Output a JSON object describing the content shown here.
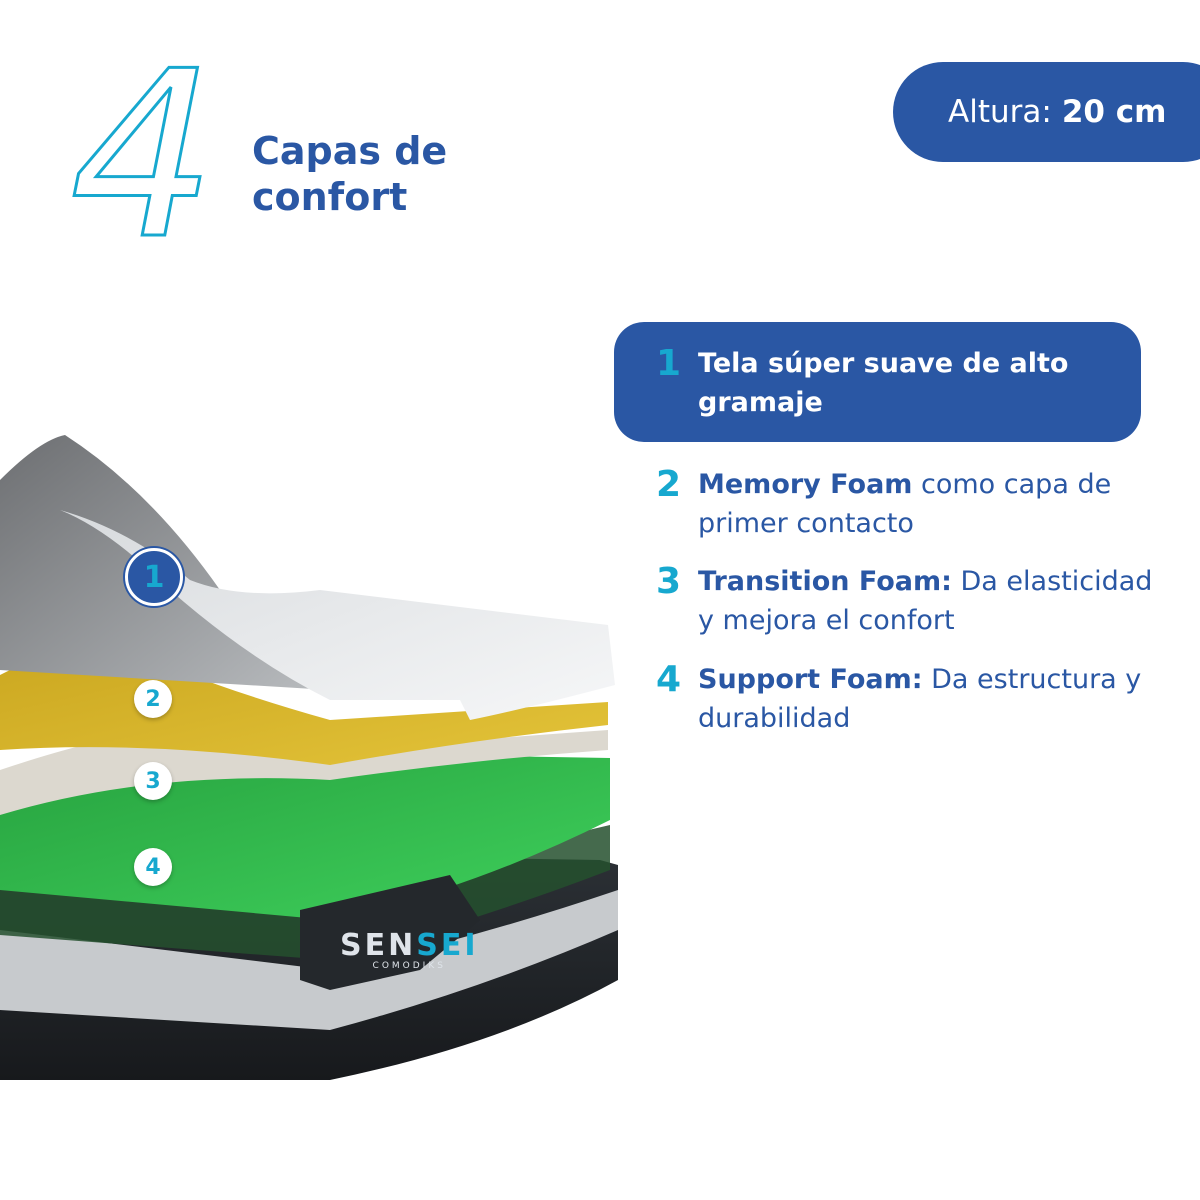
{
  "header": {
    "big_number": "4",
    "title_line1": "Capas de",
    "title_line2": "confort"
  },
  "height_badge": {
    "label": "Altura:",
    "value": "20 cm"
  },
  "layers": [
    {
      "number": "1",
      "bold": "Tela súper suave de alto gramaje",
      "rest": ""
    },
    {
      "number": "2",
      "bold": "Memory Foam",
      "rest": " como capa de primer contacto"
    },
    {
      "number": "3",
      "bold": "Transition Foam:",
      "rest": " Da elasticidad y mejora el confort"
    },
    {
      "number": "4",
      "bold": "Support Foam:",
      "rest": " Da estructura y durabilidad"
    }
  ],
  "markers": [
    "1",
    "2",
    "3",
    "4"
  ],
  "brand": {
    "name_a": "SEN",
    "name_b": "SEI",
    "sub": "COMODIKS"
  },
  "colors": {
    "brand_blue": "#2a57a4",
    "accent_cyan": "#17a8cf",
    "foam_green": "#2ebf4c",
    "foam_yellow": "#d6b526",
    "fabric_white": "#eef0f1",
    "base_black": "#1f2226"
  }
}
